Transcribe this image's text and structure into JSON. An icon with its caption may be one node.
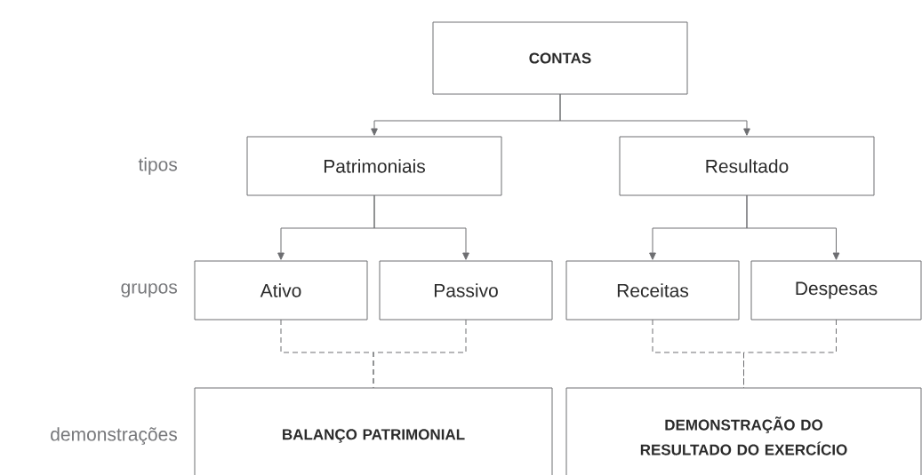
{
  "diagram": {
    "nodes": [
      {
        "text": [
          "CONTAS"
        ]
      },
      {
        "text": [
          "Patrimoniais"
        ]
      },
      {
        "text": [
          "Resultado"
        ]
      },
      {
        "text": [
          "Ativo"
        ]
      },
      {
        "text": [
          "Passivo"
        ]
      },
      {
        "text": [
          "Receitas"
        ]
      },
      {
        "text": [
          "Despesas"
        ]
      },
      {
        "text": [
          "BALANÇO PATRIMONIAL"
        ]
      },
      {
        "text": [
          "DEMONSTRAÇÃO DO RESULTADO DO EXERCÍCIO"
        ]
      }
    ],
    "edges": [
      {
        "from": 0,
        "to": 1,
        "arrow": "to"
      },
      {
        "from": 0,
        "to": 2,
        "arrow": "to"
      },
      {
        "from": 1,
        "to": 3,
        "arrow": "to"
      },
      {
        "from": 1,
        "to": 4,
        "arrow": "to"
      },
      {
        "from": 2,
        "to": 5,
        "arrow": "to"
      },
      {
        "from": 2,
        "to": 6,
        "arrow": "to"
      },
      {
        "from": 3,
        "to": 7,
        "arrow": "none",
        "style": "dashed"
      },
      {
        "from": 4,
        "to": 7,
        "arrow": "none",
        "style": "dashed"
      },
      {
        "from": 5,
        "to": 8,
        "arrow": "none",
        "style": "dashed"
      },
      {
        "from": 6,
        "to": 8,
        "arrow": "none",
        "style": "dashed"
      }
    ],
    "labels": [
      "tipos",
      "grupos",
      "demonstrações"
    ]
  }
}
